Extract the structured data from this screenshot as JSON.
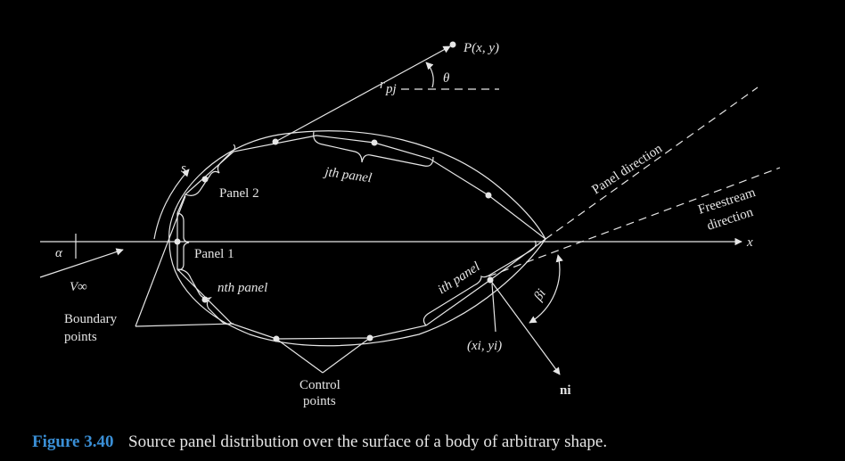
{
  "labels": {
    "point_p": "P(x, y)",
    "r_pj": "r",
    "r_pj_sub": "pj",
    "theta": "θ",
    "s": "s",
    "panel_2": "Panel 2",
    "panel_1": "Panel 1",
    "nth_panel": "nth panel",
    "jth_panel": "jth panel",
    "ith_panel": "ith panel",
    "panel_direction": "Panel direction",
    "freestream_line1": "Freestream",
    "freestream_line2": "direction",
    "x_axis": "x",
    "alpha": "α",
    "v_inf": "V∞",
    "boundary_line1": "Boundary",
    "boundary_line2": "points",
    "control_line1": "Control",
    "control_line2": "points",
    "beta_i": "βi",
    "xi_yi": "(xi, yi)",
    "n_i": "ni"
  },
  "caption": {
    "number": "Figure 3.40",
    "text": "Source panel distribution over the surface of a body of arbitrary shape."
  }
}
